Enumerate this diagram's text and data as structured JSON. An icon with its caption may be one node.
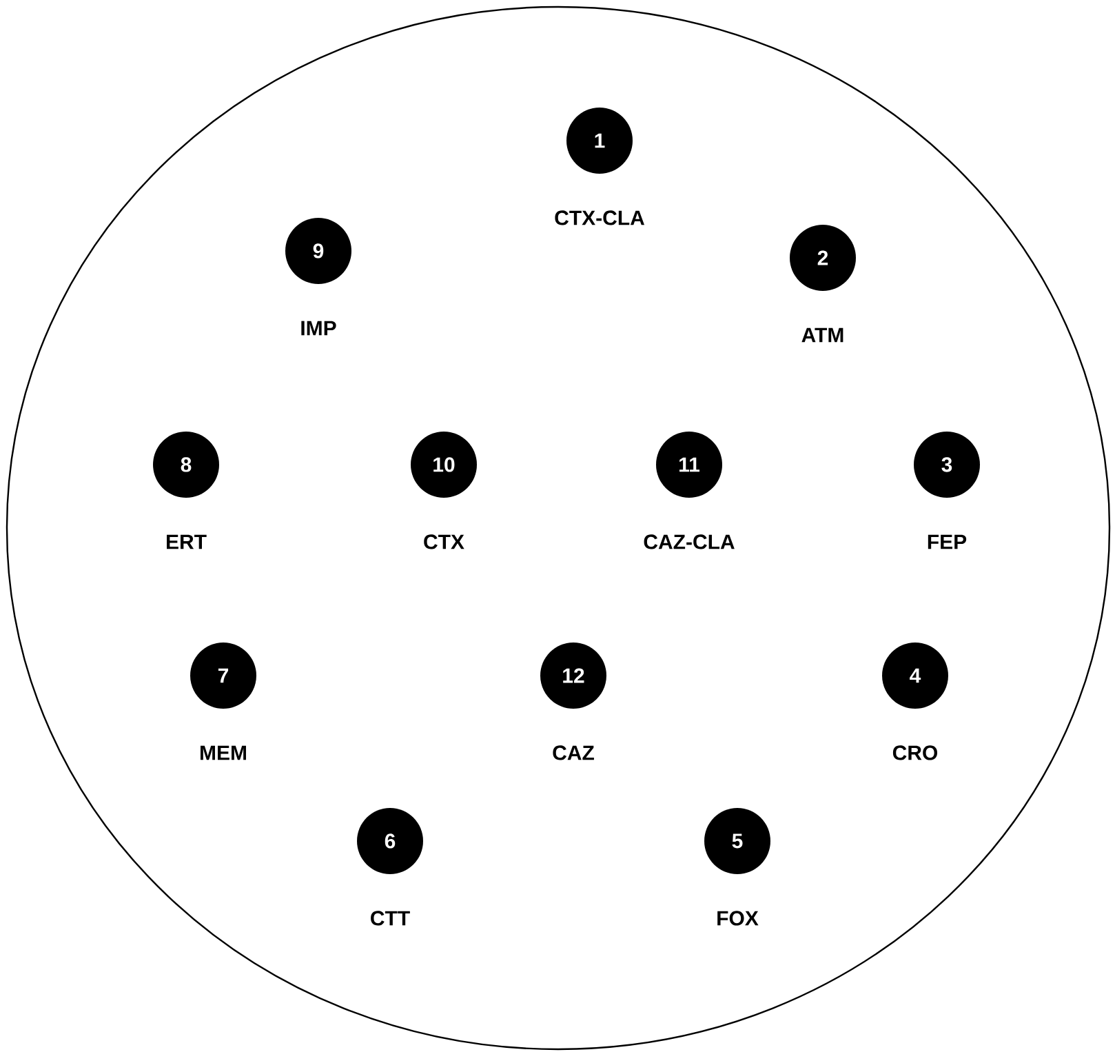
{
  "diagram": {
    "nodes": [
      {
        "text": [],
        "shape": "circle"
      },
      {
        "text": [
          "1"
        ],
        "beside": [
          "CTX-CLA"
        ],
        "in": 0
      },
      {
        "text": [
          "9"
        ],
        "beside": [
          "IMP"
        ],
        "in": 0
      },
      {
        "text": [
          "2"
        ],
        "beside": [
          "ATM"
        ],
        "in": 0
      },
      {
        "text": [
          "8"
        ],
        "beside": [
          "ERT"
        ],
        "in": 0
      },
      {
        "text": [
          "10"
        ],
        "beside": [
          "CTX"
        ],
        "in": 0
      },
      {
        "text": [
          "11"
        ],
        "beside": [
          "CAZ-CLA"
        ],
        "in": 0
      },
      {
        "text": [
          "3"
        ],
        "beside": [
          "FEP"
        ],
        "in": 0
      },
      {
        "text": [
          "7"
        ],
        "beside": [
          "MEM"
        ],
        "in": 0
      },
      {
        "text": [
          "12"
        ],
        "beside": [
          "CAZ"
        ],
        "in": 0
      },
      {
        "text": [
          "4"
        ],
        "beside": [
          "CRO"
        ],
        "in": 0
      },
      {
        "text": [
          "6"
        ],
        "beside": [
          "CTT"
        ],
        "in": 0
      },
      {
        "text": [
          "5"
        ],
        "beside": [
          "FOX"
        ],
        "in": 0
      }
    ]
  }
}
